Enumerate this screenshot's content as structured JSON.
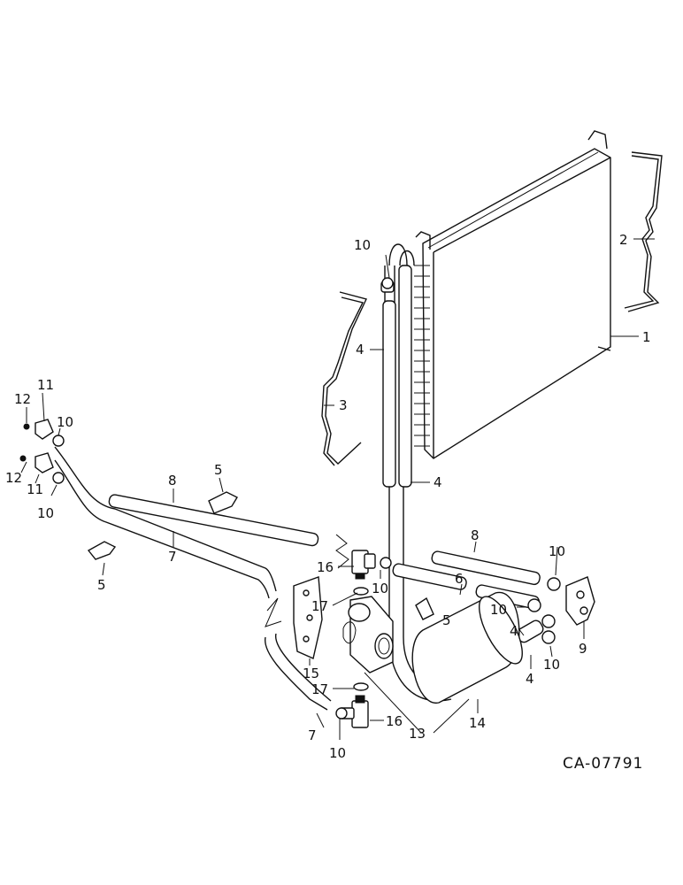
{
  "diagram": {
    "drawing_code": "CA-07791",
    "labels": {
      "condenser": "1",
      "bracket_right": "2",
      "bracket_left": "3",
      "hose_upper": "4",
      "hose_lower": "4",
      "hose_front": "4",
      "hose_front2": "4",
      "clip_top": "5",
      "clip_left": "5",
      "clip_mid": "5",
      "tube_6": "6",
      "tube_7": "7",
      "tube_7_lower": "7",
      "tube_8": "8",
      "tube_8_right": "8",
      "block_9": "9",
      "clamp_top": "10",
      "clamp_left_a": "10",
      "clamp_left_b": "10",
      "clamp_mid": "10",
      "clamp_r1": "10",
      "clamp_r2": "10",
      "clamp_r3": "10",
      "clamp_bottom": "10",
      "elbow_a": "11",
      "elbow_b": "11",
      "cap_a": "12",
      "cap_b": "12",
      "valve_13": "13",
      "receiver_14": "14",
      "bracket_15": "15",
      "fitting_top": "16",
      "fitting_bottom": "16",
      "oring_top": "17",
      "oring_bottom": "17"
    }
  }
}
